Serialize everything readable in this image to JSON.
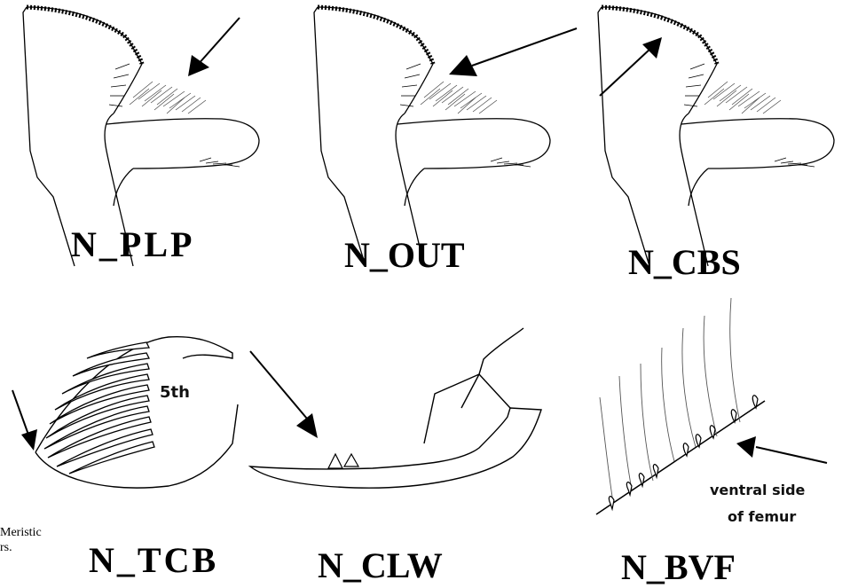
{
  "panels": [
    {
      "id": "N_PLP",
      "label": "N_PLP"
    },
    {
      "id": "N_OUT",
      "label": "N_OUT"
    },
    {
      "id": "N_CBS",
      "label": "N_CBS"
    },
    {
      "id": "N_TCB",
      "label": "N_TCB",
      "inner_text": "5th"
    },
    {
      "id": "N_CLW",
      "label": "N_CLW"
    },
    {
      "id": "N_BVF",
      "label": "N_BVF",
      "inner_text_line1": "ventral side",
      "inner_text_line2": "of femur"
    }
  ],
  "caption": {
    "line1": "Meristic",
    "line2": "rs."
  }
}
